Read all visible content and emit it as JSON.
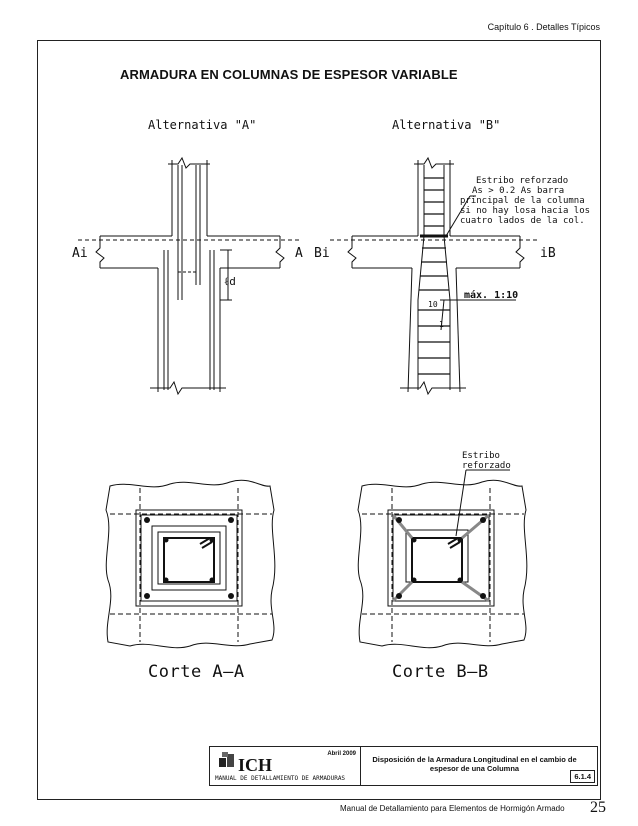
{
  "header": {
    "chapter": "Capítulo 6 . Detalles Típicos"
  },
  "title": "ARMADURA EN COLUMNAS DE ESPESOR VARIABLE",
  "drawing": {
    "alt_a": "Alternativa \"A\"",
    "alt_b": "Alternativa \"B\"",
    "label_a_left": "Ai",
    "label_a_right": "A",
    "label_b_left": "Bi",
    "label_b_right": "iB",
    "ld": "ℓd",
    "note_b": [
      "Estribo reforzado",
      "As > 0.2 As barra",
      "principal de la columna",
      "si no hay losa hacia los",
      "cuatro lados de la col."
    ],
    "slope_10": "10",
    "slope_1": "1",
    "max_slope": "máx. 1:10",
    "estribo_label": [
      "Estribo",
      "reforzado"
    ],
    "corte_a": "Corte A–A",
    "corte_b": "Corte B–B"
  },
  "title_block": {
    "logo": "ICH",
    "date": "Abril 2009",
    "manual": "MANUAL DE DETALLAMIENTO DE ARMADURAS",
    "description": "Disposición de la Armadura Longitudinal en el cambio de espesor de una Columna",
    "code": "6.1.4"
  },
  "footer": {
    "text": "Manual de Detallamiento para Elementos de Hormigón Armado",
    "page": "25"
  }
}
